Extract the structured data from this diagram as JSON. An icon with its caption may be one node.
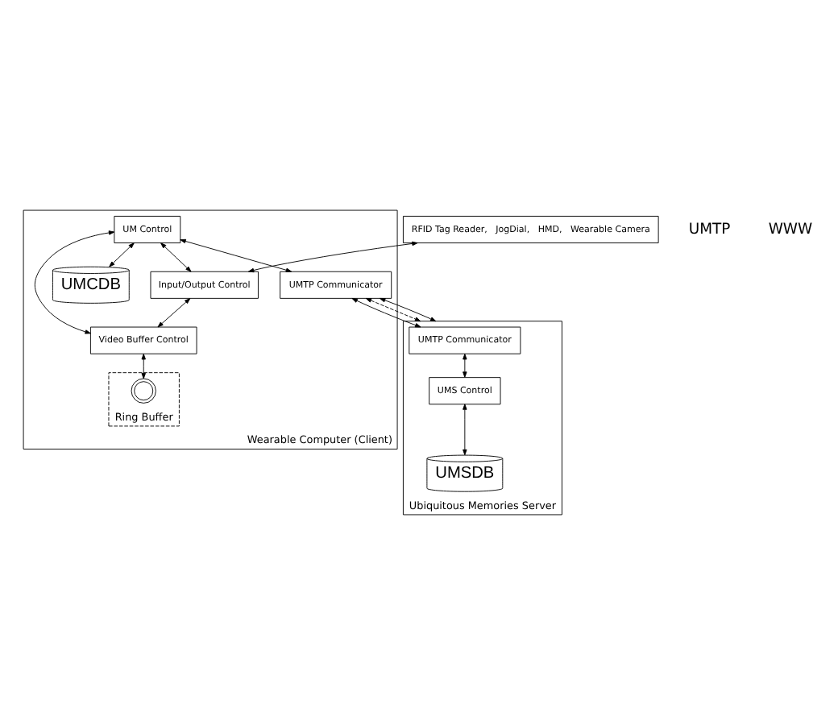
{
  "diagram": {
    "nodes": [
      {
        "text": [
          "Wearable Computer (Client)"
        ]
      },
      {
        "text": [
          "RFID Tag Reader,   JogDial,   HMD,   Wearable Camera"
        ]
      },
      {
        "text": [
          "Input/Output Control"
        ],
        "in": 0
      },
      {
        "text": [
          "UM Control"
        ],
        "in": 0
      },
      {
        "text": [
          "Video Buffer Control"
        ],
        "in": 0
      },
      {
        "text": [
          "UMTP Communicator"
        ],
        "in": 0
      },
      {
        "text": [
          "UMCDB"
        ],
        "in": 0
      },
      {
        "text": [
          "Ring Buffer"
        ],
        "in": 0
      },
      {
        "text": [],
        "shape": "circle",
        "in": 7
      },
      {
        "text": [
          "Ubiquitous Memories Server"
        ]
      },
      {
        "text": [
          "UMTP Communicator"
        ],
        "in": 9
      },
      {
        "text": [
          "UMS Control"
        ],
        "in": 9
      },
      {
        "text": [
          "UMSDB"
        ],
        "in": 9
      }
    ],
    "edges": [
      {
        "from": 1,
        "to": 2,
        "arrow": "both"
      },
      {
        "from": 3,
        "to": 2,
        "arrow": "both"
      },
      {
        "from": 2,
        "to": 4,
        "arrow": "both"
      },
      {
        "from": 3,
        "to": 4,
        "arrow": "both"
      },
      {
        "from": 3,
        "to": 5,
        "arrow": "both"
      },
      {
        "from": 3,
        "to": 6,
        "arrow": "both"
      },
      {
        "from": 4,
        "to": 8,
        "arrow": "both"
      },
      {
        "from": 5,
        "to": 10,
        "arrow": "both"
      },
      {
        "from": 5,
        "to": 9,
        "arrow": "both",
        "style": "dashed"
      },
      {
        "from": 5,
        "to": 9,
        "arrow": "both"
      },
      {
        "from": 10,
        "to": 11,
        "arrow": "both"
      },
      {
        "from": 11,
        "to": 12,
        "arrow": "both"
      }
    ],
    "labels": [
      "UMTP",
      "WWW"
    ]
  }
}
